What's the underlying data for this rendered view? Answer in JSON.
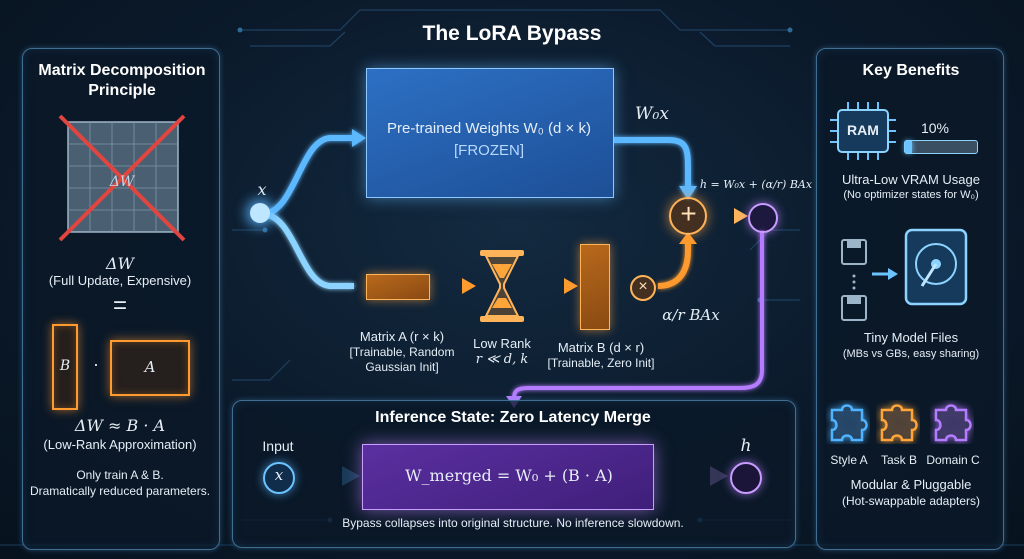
{
  "title": "The LoRA Bypass",
  "left_panel": {
    "title_line1": "Matrix Decomposition",
    "title_line2": "Principle",
    "delta_w_box": "ΔW",
    "delta_w": "ΔW",
    "full_update": "(Full Update, Expensive)",
    "equals": "=",
    "b_label": "B",
    "dot": "·",
    "a_label": "A",
    "approx": "ΔW ≈ B · A",
    "low_rank_approx": "(Low-Rank Approximation)",
    "note_line1": "Only train A & B.",
    "note_line2": "Dramatically reduced parameters."
  },
  "center": {
    "input_x": "x",
    "pretrained_line1": "Pre-trained Weights W₀ (d × k)",
    "pretrained_line2": "[FROZEN]",
    "w0x": "W₀x",
    "equation": "h = W₀x + (α/r) BAx",
    "alpha_r_bax": "α/r BAx",
    "matrix_a_line1": "Matrix A (r × k)",
    "matrix_a_line2": "[Trainable, Random",
    "matrix_a_line3": "Gaussian Init]",
    "low_rank_line1": "Low Rank",
    "low_rank_line2": "r ≪ d, k",
    "matrix_b_line1": "Matrix B (d × r)",
    "matrix_b_line2": "[Trainable, Zero Init]",
    "plus": "+",
    "times": "×"
  },
  "inference": {
    "title": "Inference State: Zero Latency Merge",
    "input_label": "Input",
    "input_x": "x",
    "merged_equation": "W_merged = W₀ + (B · A)",
    "output_h": "h",
    "note": "Bypass collapses into original structure. No inference slowdown."
  },
  "right_panel": {
    "title": "Key Benefits",
    "ram_label": "RAM",
    "vram_percent": "10%",
    "vram_fill_fraction": 0.1,
    "vram_title": "Ultra-Low VRAM Usage",
    "vram_sub": "(No optimizer states for W₀)",
    "files_title": "Tiny Model Files",
    "files_sub": "(MBs vs GBs, easy sharing)",
    "puzzles": [
      {
        "label": "Style A",
        "color": "#4fb3ff"
      },
      {
        "label": "Task B",
        "color": "#ffa53a"
      },
      {
        "label": "Domain C",
        "color": "#b57cff"
      }
    ],
    "modular_title": "Modular & Pluggable",
    "modular_sub": "(Hot-swappable adapters)"
  }
}
